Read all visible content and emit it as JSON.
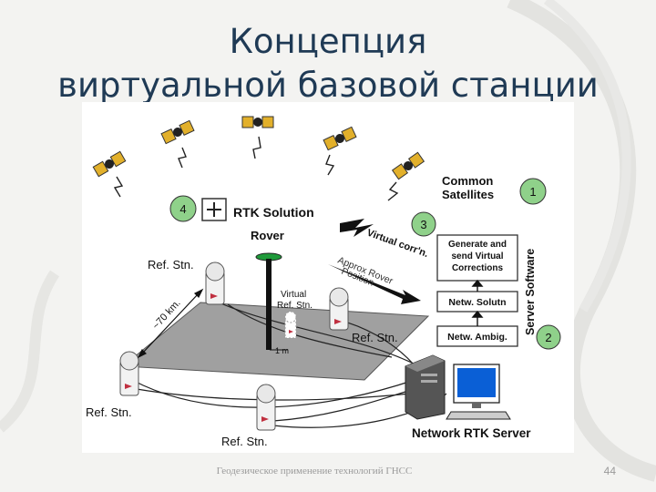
{
  "slide": {
    "title_line1": "Концепция",
    "title_line2": "виртуальной базовой станции",
    "footer": "Геодезическое применение технологий ГНСС",
    "page_number": "44"
  },
  "diagram": {
    "common_satellites_line1": "Common",
    "common_satellites_line2": "Satellites",
    "rtk_solution": "RTK Solution",
    "rover": "Rover",
    "virtual_ref_line1": "Virtual",
    "virtual_ref_line2": "Ref. Stn.",
    "ref_stn": "Ref. Stn.",
    "distance": "~70 km.",
    "one_m": "1 m",
    "virtual_corr": "Virtual corr'n.",
    "approx_rover_line1": "Approx Rover",
    "approx_rover_line2": "Position",
    "box_generate_line1": "Generate and",
    "box_generate_line2": "send Virtual",
    "box_generate_line3": "Corrections",
    "box_netw_solutn": "Netw. Solutn",
    "box_netw_ambig": "Netw. Ambig.",
    "server_software": "Server Software",
    "network_rtk_server": "Network RTK Server",
    "steps": [
      "1",
      "2",
      "3",
      "4"
    ]
  },
  "colors": {
    "title": "#1f3a55",
    "step_badge": "#8fd18a",
    "plane": "#a0a0a0",
    "satellite_panel": "#e2b02b"
  }
}
